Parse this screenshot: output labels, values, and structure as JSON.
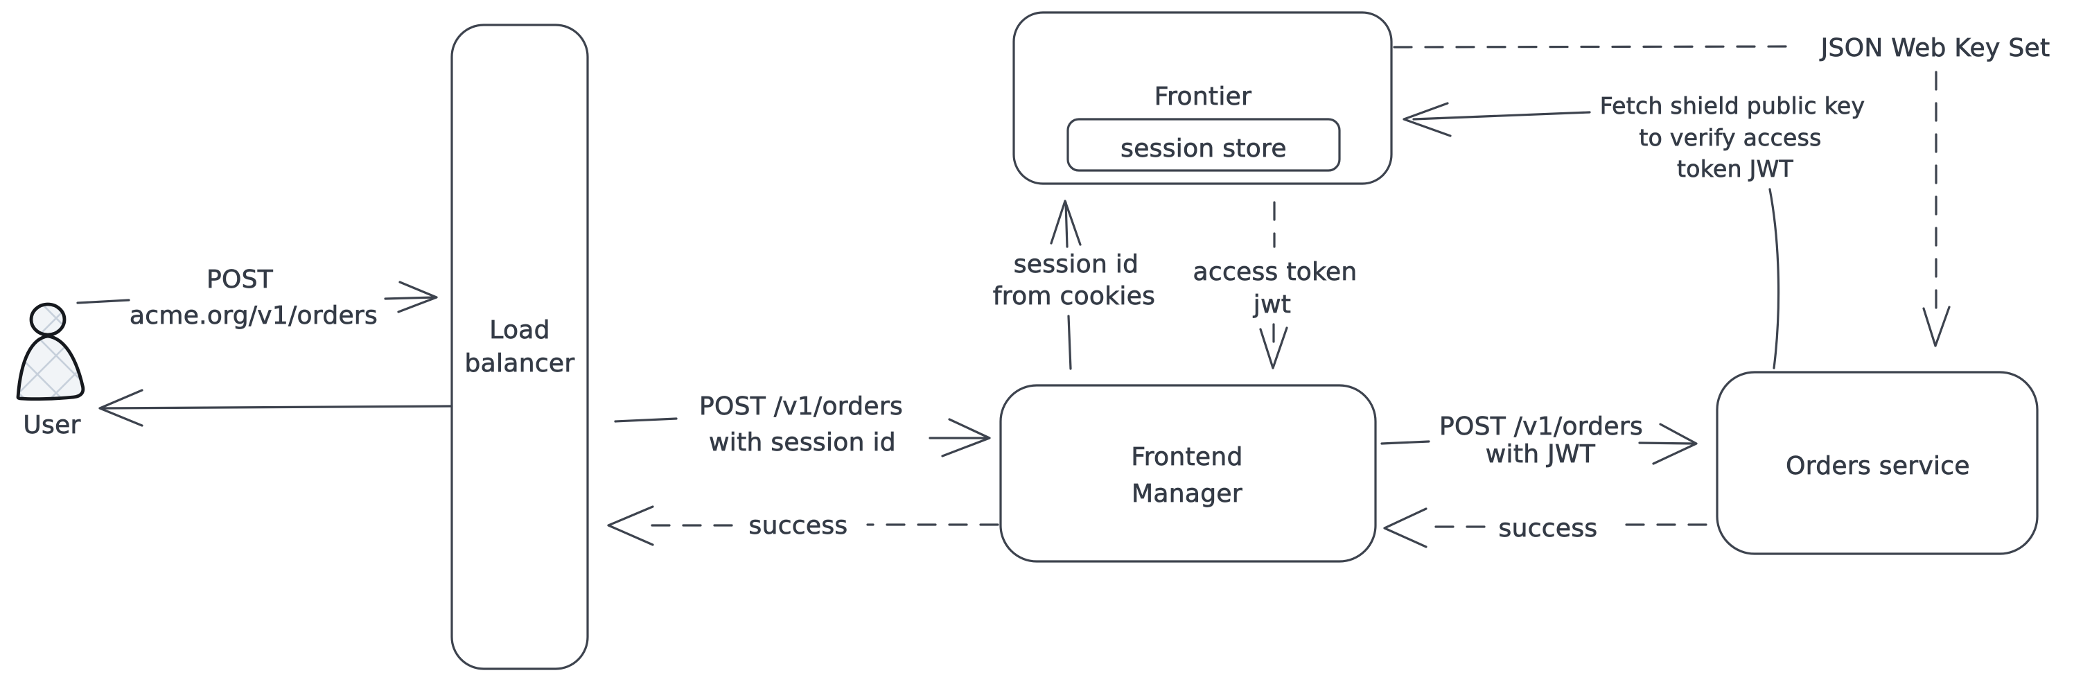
{
  "colors": {
    "background": "#ffffff",
    "stroke": "#3d434e",
    "text": "#343b46",
    "icon": "#16191e",
    "hatch": "#c7d0db",
    "hatch_bg": "#f1f4f7"
  },
  "nodes": {
    "user": {
      "label": "User"
    },
    "load_balancer": {
      "line1": "Load",
      "line2": "balancer"
    },
    "frontier": {
      "label": "Frontier",
      "session_store_label": "session store"
    },
    "frontend_manager": {
      "line1": "Frontend",
      "line2": "Manager"
    },
    "orders_service": {
      "label": "Orders service"
    }
  },
  "edges": {
    "user_to_lb": {
      "line1": "POST",
      "line2": "acme.org/v1/orders"
    },
    "lb_to_fm": {
      "line1": "POST /v1/orders",
      "line2": "with session id"
    },
    "fm_to_lb": {
      "label": "success"
    },
    "fm_to_frontier": {
      "line1": "session id",
      "line2": "from cookies"
    },
    "frontier_to_fm": {
      "line1": "access token",
      "line2": "jwt"
    },
    "fm_to_orders": {
      "line1": "POST /v1/orders",
      "line2": "with JWT"
    },
    "orders_to_fm": {
      "label": "success"
    },
    "orders_to_frontier": {
      "line1": "Fetch shield public key",
      "line2": "to verify access",
      "line3": "token JWT"
    },
    "frontier_to_jwks": {
      "label": "JSON Web Key Set"
    }
  }
}
